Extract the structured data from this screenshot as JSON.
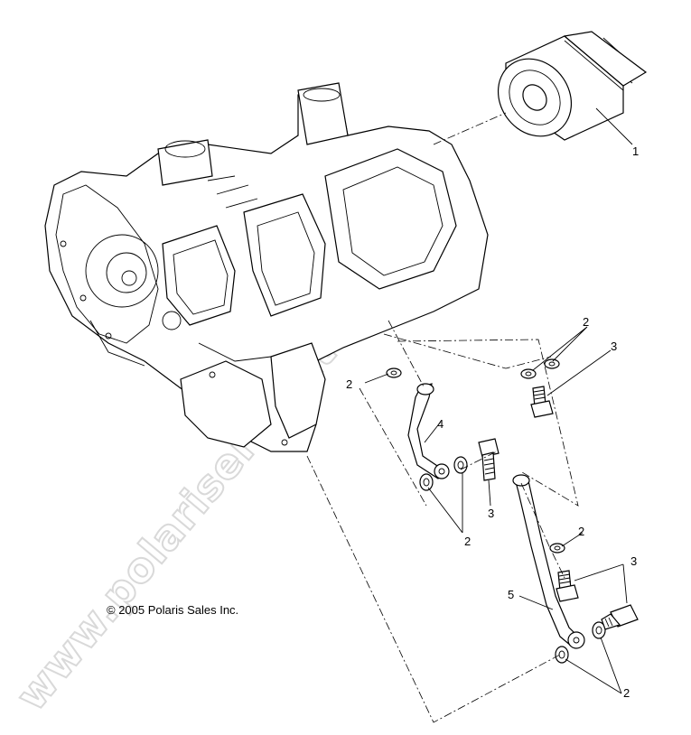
{
  "watermark": "www.polarisersatzteile.de",
  "copyright": "© 2005 Polaris Sales Inc.",
  "callouts": {
    "oil_filter": "1",
    "washer_a": "2",
    "washer_b": "2",
    "washer_c": "2",
    "washer_d": "2",
    "washer_e": "2",
    "bolt_a": "3",
    "bolt_b": "3",
    "bolt_c": "3",
    "oil_line_upper": "4",
    "oil_line_lower": "5"
  }
}
